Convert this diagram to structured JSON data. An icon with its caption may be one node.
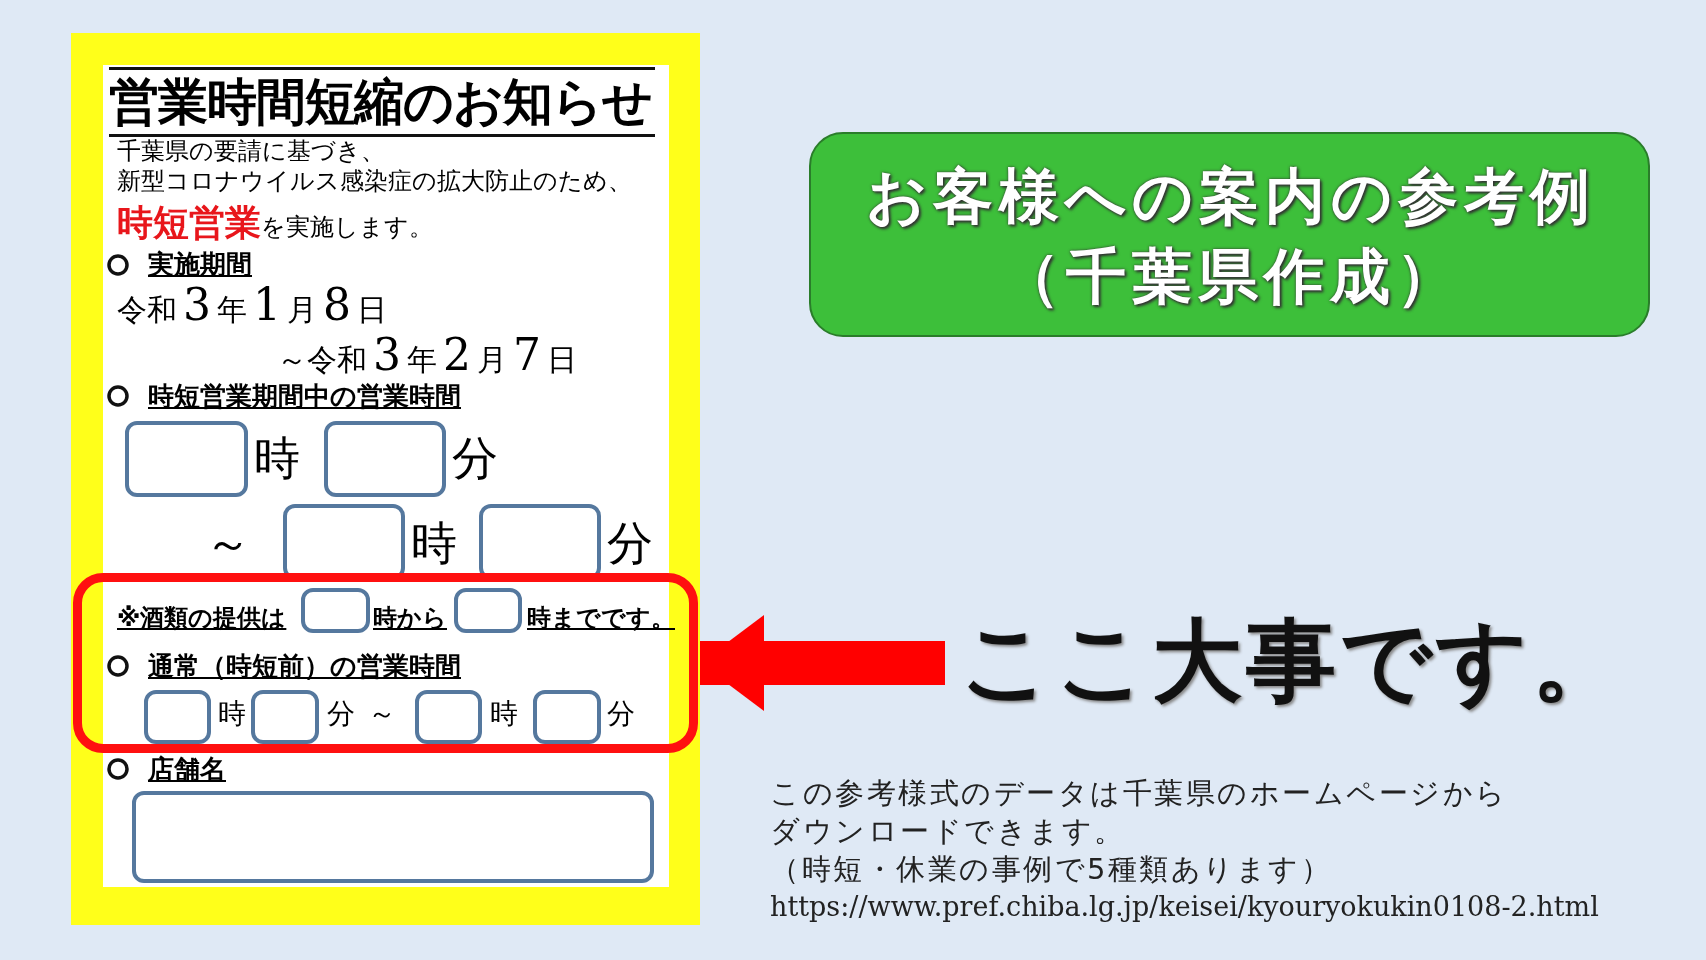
{
  "diagram": {
    "nodes": [
      {
        "text": [
          "営業時間短縮のお知らせ",
          "千葉県の要請に基づき、",
          "新型コロナウイルス感染症の拡大防止のため、",
          "**時短営業**を実施します。",
          "実施期間",
          "令和3年1月8日",
          "～令和3年2月7日",
          "時短営業期間中の営業時間",
          "時",
          "分",
          "～",
          "時",
          "分",
          "店舗名"
        ]
      },
      {
        "text": [
          "※酒類の提供は",
          "時から",
          "時までです。",
          "通常（時短前）の営業時間",
          "時",
          "分",
          "～",
          "時",
          "分"
        ],
        "in": 0
      },
      {
        "text": [
          "お客様への案内の参考例（千葉県作成）"
        ]
      },
      {
        "text": [
          "ここ大事です。"
        ]
      }
    ],
    "edges": [
      {
        "from": 3,
        "to": 1,
        "arrow": "to",
        "color": "#ff0000"
      }
    ],
    "labels": [
      "この参考様式のデータは千葉県のホームページからダウンロードできます。",
      "（時短・休業の事例で5種類あります）",
      "https://www.pref.chiba.lg.jp/keisei/kyouryokukin0108-2.html"
    ]
  }
}
